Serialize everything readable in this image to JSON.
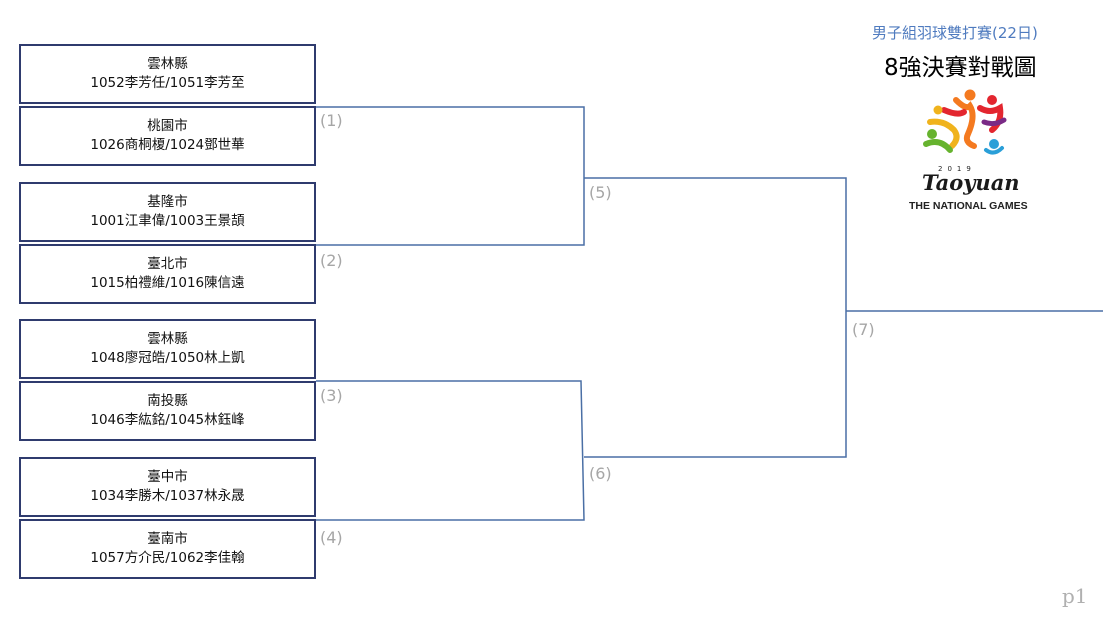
{
  "header": {
    "subtitle": "男子組羽球雙打賽(22日)",
    "title": "8強決賽對戰圖"
  },
  "logo": {
    "year": "2019",
    "wordmark": "Taoyuan",
    "caption": "THE NATIONAL GAMES",
    "colors": [
      "#e3262f",
      "#f0b31c",
      "#66b32e",
      "#2a9fd8",
      "#7a2a86",
      "#f47a20"
    ]
  },
  "teams": [
    {
      "city": "雲林縣",
      "players": "1052李芳任/1051李芳至"
    },
    {
      "city": "桃園市",
      "players": "1026商桐榎/1024鄧世華"
    },
    {
      "city": "基隆市",
      "players": "1001江聿偉/1003王景頡"
    },
    {
      "city": "臺北市",
      "players": "1015柏禮維/1016陳信遠"
    },
    {
      "city": "雲林縣",
      "players": "1048廖冠皓/1050林上凱"
    },
    {
      "city": "南投縣",
      "players": "1046李紘銘/1045林鈺峰"
    },
    {
      "city": "臺中市",
      "players": "1034李勝木/1037林永晟"
    },
    {
      "city": "臺南市",
      "players": "1057方介民/1062李佳翰"
    }
  ],
  "matches": [
    "(1)",
    "(2)",
    "(3)",
    "(4)",
    "(5)",
    "(6)",
    "(7)"
  ],
  "line_color": "#4a6fa5",
  "page_number": "p1"
}
